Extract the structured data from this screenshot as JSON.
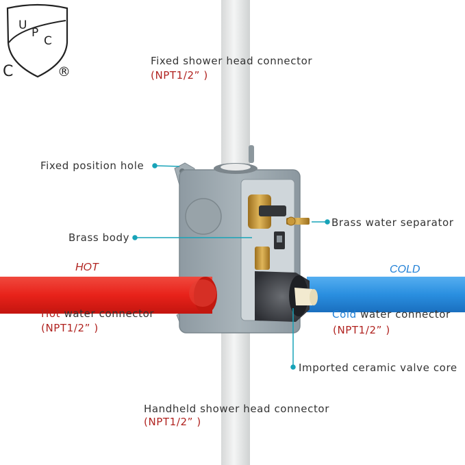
{
  "logo": {
    "text": "UPC",
    "left_mark": "C",
    "registered_mark": "®"
  },
  "labels": {
    "fixed_shower": "Fixed shower head connector",
    "fixed_shower_spec": "(NPT1/2” )",
    "fixed_hole": "Fixed position hole",
    "brass_separator": "Brass water separator",
    "brass_body": "Brass body",
    "hot": "HOT",
    "cold": "COLD",
    "hot_word": "Hot",
    "hot_rest": " water connector",
    "hot_spec": "(NPT1/2” )",
    "cold_word": "Cold",
    "cold_rest": " water connector",
    "cold_spec": "(NPT1/2” )",
    "ceramic": "Imported ceramic valve core",
    "handheld": "Handheld shower head connector",
    "handheld_spec": "(NPT1/2” )"
  },
  "colors": {
    "hot_pipe": "#e8221a",
    "cold_pipe": "#2a8fe0",
    "leader": "#17a3b8",
    "body_gray": "#9aa6ad",
    "white_pipe": "#e9eaea",
    "brass": "#c99a3c",
    "spec_red": "#b0221f",
    "cold_blue": "#1f7fd6"
  }
}
